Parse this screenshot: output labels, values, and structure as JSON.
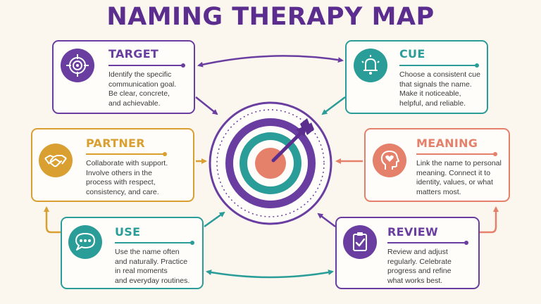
{
  "title": "NAMING THERAPY MAP",
  "colors": {
    "purple": "#6a3ea1",
    "teal": "#2a9d98",
    "gold": "#d9a031",
    "coral": "#e5806a",
    "title": "#5b2d8e"
  },
  "cards": {
    "target": {
      "heading": "TARGET",
      "icon": "crosshair-icon",
      "lines": [
        "Identify the specific",
        "communication goal.",
        "Be clear, concrete,",
        "and achievable."
      ]
    },
    "cue": {
      "heading": "CUE",
      "icon": "bell-icon",
      "lines": [
        "Choose a consistent cue",
        "that signals the name.",
        "Make it noticeable,",
        "helpful, and reliable."
      ]
    },
    "partner": {
      "heading": "PARTNER",
      "icon": "handshake-icon",
      "lines": [
        "Collaborate with support.",
        "Involve others in the",
        "process with respect,",
        "consistency, and care."
      ]
    },
    "meaning": {
      "heading": "MEANING",
      "icon": "head-heart-icon",
      "lines": [
        "Link the name to personal",
        "meaning. Connect it to",
        "identity, values, or what",
        "matters most."
      ]
    },
    "use": {
      "heading": "USE",
      "icon": "speech-bubble-icon",
      "lines": [
        "Use the name often",
        "and naturally. Practice",
        "in real moments",
        "and everyday routines."
      ]
    },
    "review": {
      "heading": "REVIEW",
      "icon": "clipboard-check-icon",
      "lines": [
        "Review and adjust",
        "regularly. Celebrate",
        "progress and refine",
        "what works best."
      ]
    }
  },
  "center": {
    "icon": "target-with-arrow-icon"
  }
}
